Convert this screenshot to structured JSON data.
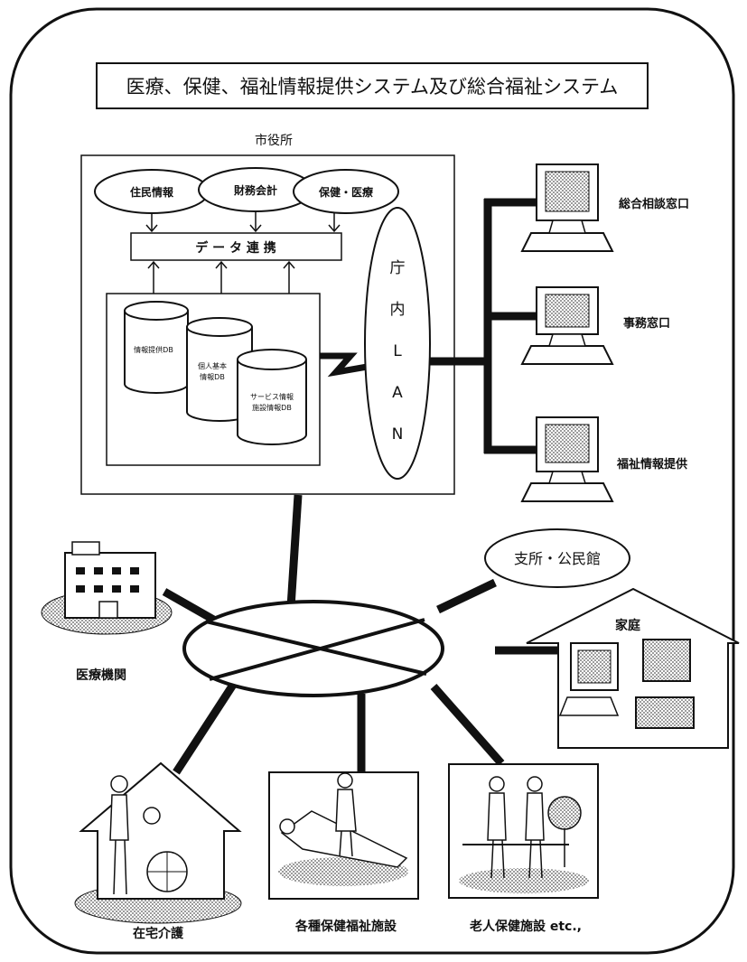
{
  "title": "医療、保健、福祉情報提供システム及び総合福祉システム",
  "city_hall": {
    "label": "市役所",
    "sources": [
      "住民情報",
      "財務会計",
      "保健・医療"
    ],
    "data_link": "デ ー タ 連 携",
    "databases": [
      {
        "line1": "情報提供DB",
        "line2": ""
      },
      {
        "line1": "個人基本",
        "line2": "情報DB"
      },
      {
        "line1": "サービス情報",
        "line2": "施設情報DB"
      }
    ]
  },
  "lan": {
    "chars": [
      "庁",
      "内",
      "L",
      "A",
      "N"
    ]
  },
  "terminals": [
    "総合相談窓口",
    "事務窓口",
    "福祉情報提供"
  ],
  "network_nodes": {
    "branch": "支所・公民館",
    "home": "家庭",
    "medical": "医療機関",
    "home_care": "在宅介護",
    "facilities": "各種保健福祉施設",
    "elderly": "老人保健施設 etc.,"
  },
  "colors": {
    "ink": "#111111",
    "screen": "#b8b8b8",
    "paper": "#ffffff"
  }
}
